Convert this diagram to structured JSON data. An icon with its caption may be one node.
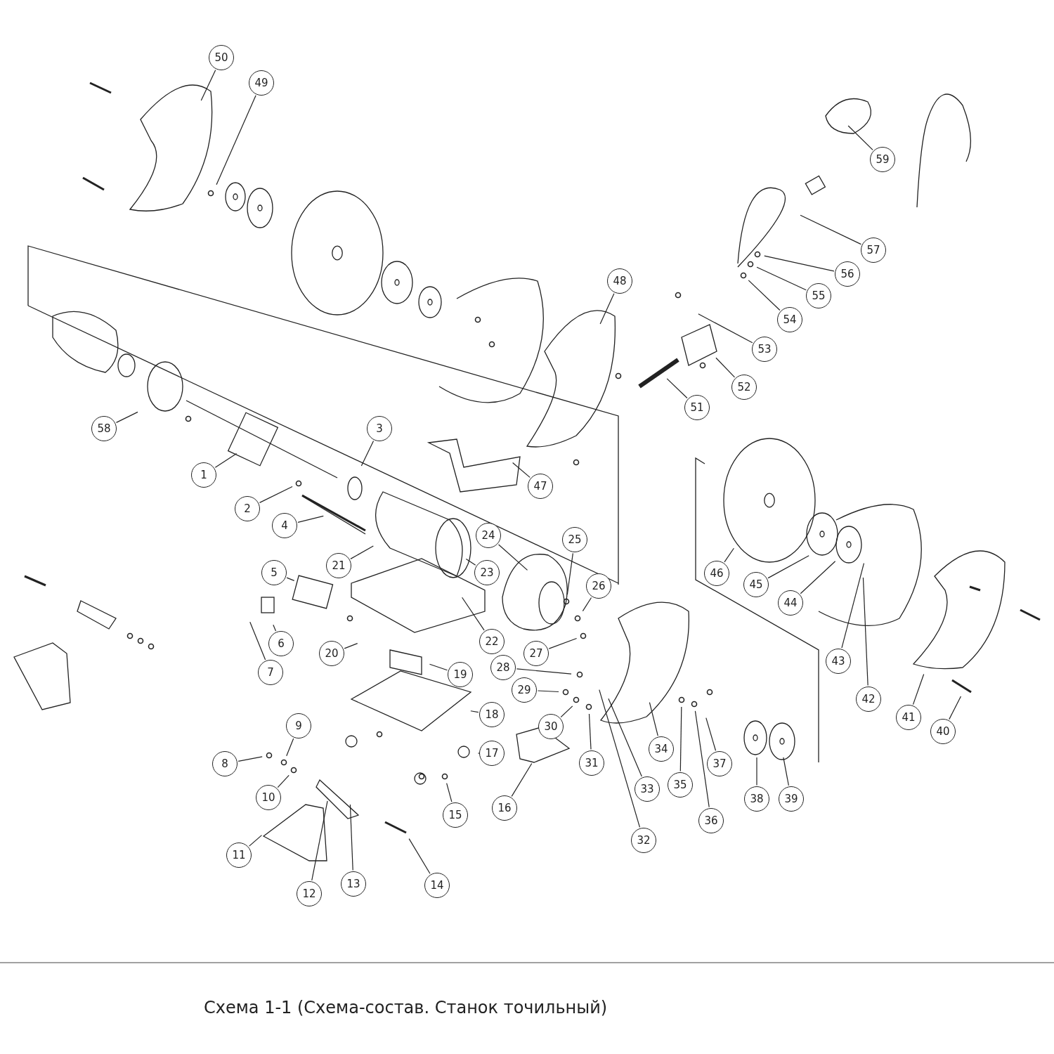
{
  "diagram": {
    "caption": "Схема 1-1 (Схема-состав. Станок точильный)",
    "nodes": [
      {
        "text": [
          "1"
        ]
      },
      {
        "text": [
          "2"
        ]
      },
      {
        "text": [
          "3"
        ]
      },
      {
        "text": [
          "4"
        ]
      },
      {
        "text": [
          "5"
        ]
      },
      {
        "text": [
          "6"
        ]
      },
      {
        "text": [
          "7"
        ]
      },
      {
        "text": [
          "8"
        ]
      },
      {
        "text": [
          "9"
        ]
      },
      {
        "text": [
          "10"
        ]
      },
      {
        "text": [
          "11"
        ]
      },
      {
        "text": [
          "12"
        ]
      },
      {
        "text": [
          "13"
        ]
      },
      {
        "text": [
          "14"
        ]
      },
      {
        "text": [
          "15"
        ]
      },
      {
        "text": [
          "16"
        ]
      },
      {
        "text": [
          "17"
        ]
      },
      {
        "text": [
          "18"
        ]
      },
      {
        "text": [
          "19"
        ]
      },
      {
        "text": [
          "20"
        ]
      },
      {
        "text": [
          "21"
        ]
      },
      {
        "text": [
          "22"
        ]
      },
      {
        "text": [
          "23"
        ]
      },
      {
        "text": [
          "24"
        ]
      },
      {
        "text": [
          "25"
        ]
      },
      {
        "text": [
          "26"
        ]
      },
      {
        "text": [
          "27"
        ]
      },
      {
        "text": [
          "28"
        ]
      },
      {
        "text": [
          "29"
        ]
      },
      {
        "text": [
          "30"
        ]
      },
      {
        "text": [
          "31"
        ]
      },
      {
        "text": [
          "32"
        ]
      },
      {
        "text": [
          "33"
        ]
      },
      {
        "text": [
          "34"
        ]
      },
      {
        "text": [
          "35"
        ]
      },
      {
        "text": [
          "36"
        ]
      },
      {
        "text": [
          "37"
        ]
      },
      {
        "text": [
          "38"
        ]
      },
      {
        "text": [
          "39"
        ]
      },
      {
        "text": [
          "40"
        ]
      },
      {
        "text": [
          "41"
        ]
      },
      {
        "text": [
          "42"
        ]
      },
      {
        "text": [
          "43"
        ]
      },
      {
        "text": [
          "44"
        ]
      },
      {
        "text": [
          "45"
        ]
      },
      {
        "text": [
          "46"
        ]
      },
      {
        "text": [
          "47"
        ]
      },
      {
        "text": [
          "48"
        ]
      },
      {
        "text": [
          "49"
        ]
      },
      {
        "text": [
          "50"
        ]
      },
      {
        "text": [
          "51"
        ]
      },
      {
        "text": [
          "52"
        ]
      },
      {
        "text": [
          "53"
        ]
      },
      {
        "text": [
          "54"
        ]
      },
      {
        "text": [
          "55"
        ]
      },
      {
        "text": [
          "56"
        ]
      },
      {
        "text": [
          "57"
        ]
      },
      {
        "text": [
          "58"
        ]
      },
      {
        "text": [
          "59"
        ]
      }
    ],
    "edges": [
      {
        "from": 0,
        "to": null,
        "arrow": "none"
      },
      {
        "from": 1,
        "to": null,
        "arrow": "none"
      },
      {
        "from": 2,
        "to": null,
        "arrow": "none"
      },
      {
        "from": 3,
        "to": null,
        "arrow": "none"
      },
      {
        "from": 4,
        "to": null,
        "arrow": "none"
      },
      {
        "from": 5,
        "to": null,
        "arrow": "none"
      },
      {
        "from": 6,
        "to": null,
        "arrow": "none"
      },
      {
        "from": 7,
        "to": null,
        "arrow": "none"
      },
      {
        "from": 8,
        "to": null,
        "arrow": "none"
      },
      {
        "from": 9,
        "to": null,
        "arrow": "none"
      },
      {
        "from": 10,
        "to": null,
        "arrow": "none"
      },
      {
        "from": 11,
        "to": null,
        "arrow": "none"
      },
      {
        "from": 12,
        "to": null,
        "arrow": "none"
      },
      {
        "from": 13,
        "to": null,
        "arrow": "none"
      },
      {
        "from": 14,
        "to": null,
        "arrow": "none"
      },
      {
        "from": 15,
        "to": null,
        "arrow": "none"
      },
      {
        "from": 16,
        "to": null,
        "arrow": "none"
      },
      {
        "from": 17,
        "to": null,
        "arrow": "none"
      },
      {
        "from": 18,
        "to": null,
        "arrow": "none"
      },
      {
        "from": 19,
        "to": null,
        "arrow": "none"
      },
      {
        "from": 20,
        "to": null,
        "arrow": "none"
      },
      {
        "from": 21,
        "to": null,
        "arrow": "none"
      },
      {
        "from": 22,
        "to": null,
        "arrow": "none"
      },
      {
        "from": 23,
        "to": null,
        "arrow": "none"
      },
      {
        "from": 24,
        "to": null,
        "arrow": "none"
      },
      {
        "from": 25,
        "to": null,
        "arrow": "none"
      },
      {
        "from": 26,
        "to": null,
        "arrow": "none"
      },
      {
        "from": 27,
        "to": null,
        "arrow": "none"
      },
      {
        "from": 28,
        "to": null,
        "arrow": "none"
      },
      {
        "from": 29,
        "to": null,
        "arrow": "none"
      },
      {
        "from": 30,
        "to": null,
        "arrow": "none"
      },
      {
        "from": 31,
        "to": null,
        "arrow": "none"
      },
      {
        "from": 32,
        "to": null,
        "arrow": "none"
      },
      {
        "from": 33,
        "to": null,
        "arrow": "none"
      },
      {
        "from": 34,
        "to": null,
        "arrow": "none"
      },
      {
        "from": 35,
        "to": null,
        "arrow": "none"
      },
      {
        "from": 36,
        "to": null,
        "arrow": "none"
      },
      {
        "from": 37,
        "to": null,
        "arrow": "none"
      },
      {
        "from": 38,
        "to": null,
        "arrow": "none"
      },
      {
        "from": 39,
        "to": null,
        "arrow": "none"
      },
      {
        "from": 40,
        "to": null,
        "arrow": "none"
      },
      {
        "from": 41,
        "to": null,
        "arrow": "none"
      },
      {
        "from": 42,
        "to": null,
        "arrow": "none"
      },
      {
        "from": 43,
        "to": null,
        "arrow": "none"
      },
      {
        "from": 44,
        "to": null,
        "arrow": "none"
      },
      {
        "from": 45,
        "to": null,
        "arrow": "none"
      },
      {
        "from": 46,
        "to": null,
        "arrow": "none"
      },
      {
        "from": 47,
        "to": null,
        "arrow": "none"
      },
      {
        "from": 48,
        "to": null,
        "arrow": "none"
      },
      {
        "from": 49,
        "to": null,
        "arrow": "none"
      },
      {
        "from": 50,
        "to": null,
        "arrow": "none"
      },
      {
        "from": 51,
        "to": null,
        "arrow": "none"
      },
      {
        "from": 52,
        "to": null,
        "arrow": "none"
      },
      {
        "from": 53,
        "to": null,
        "arrow": "none"
      },
      {
        "from": 54,
        "to": null,
        "arrow": "none"
      },
      {
        "from": 55,
        "to": null,
        "arrow": "none"
      },
      {
        "from": 56,
        "to": null,
        "arrow": "none"
      },
      {
        "from": 57,
        "to": null,
        "arrow": "none"
      },
      {
        "from": 58,
        "to": null,
        "arrow": "none"
      }
    ]
  }
}
